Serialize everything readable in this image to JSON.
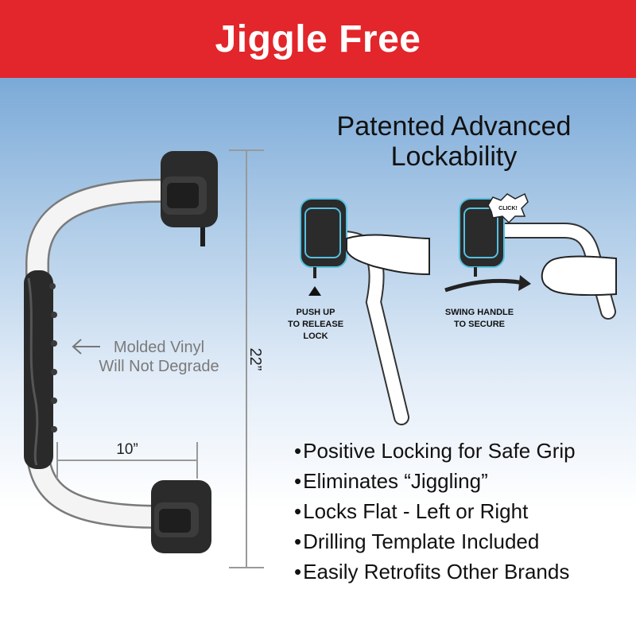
{
  "banner": {
    "title": "Jiggle Free",
    "color": "#e2262b"
  },
  "headline": {
    "line1": "Patented Advanced",
    "line2": "Lockability"
  },
  "steps": [
    {
      "line1": "PUSH UP",
      "line2": "TO RELEASE",
      "line3": "LOCK"
    },
    {
      "line1": "SWING HANDLE",
      "line2": "TO SECURE"
    }
  ],
  "click_label": "CLICK!",
  "dimensions": {
    "height": "22”",
    "width": "10”"
  },
  "callout": {
    "line1": "Molded Vinyl",
    "line2": "Will Not Degrade"
  },
  "features": [
    "Positive Locking for Safe Grip",
    "Eliminates “Jiggling”",
    "Locks Flat - Left or Right",
    "Drilling Template Included",
    "Easily Retrofits Other Brands"
  ],
  "colors": {
    "background_top": "#5f97cf",
    "background_bottom": "#ffffff",
    "accent_lines": "#56c0e0"
  }
}
